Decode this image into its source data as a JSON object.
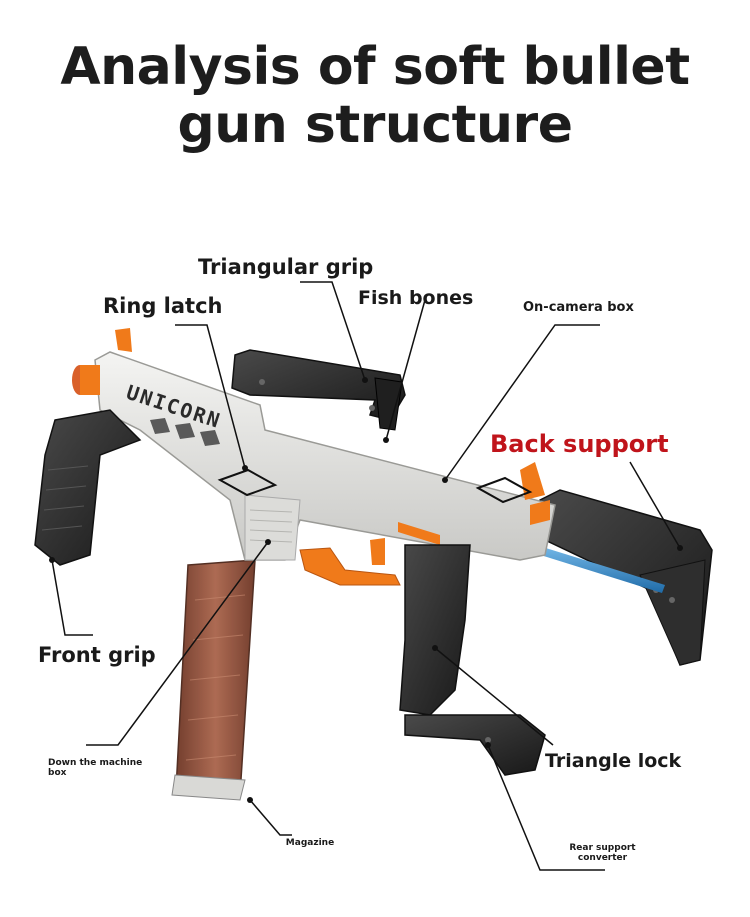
{
  "title": {
    "line1": "Analysis of soft bullet",
    "line2": "gun structure"
  },
  "brand_text": "UNICORN",
  "labels": {
    "triangular_grip": "Triangular grip",
    "ring_latch": "Ring latch",
    "fish_bones": "Fish bones",
    "on_camera_box": "On-camera box",
    "back_support": "Back support",
    "front_grip": "Front grip",
    "triangle_lock": "Triangle lock",
    "down_machine_box": "Down the machine box",
    "magazine": "Magazine",
    "rear_support_converter": "Rear support converter"
  },
  "colors": {
    "accent_label": "#c0141b",
    "body_white": "#e8e8e6",
    "orange": "#f07a1a",
    "black_part": "#2a2a2a",
    "blue_rod": "#3b8fd0",
    "magazine": "#8a4a30"
  }
}
